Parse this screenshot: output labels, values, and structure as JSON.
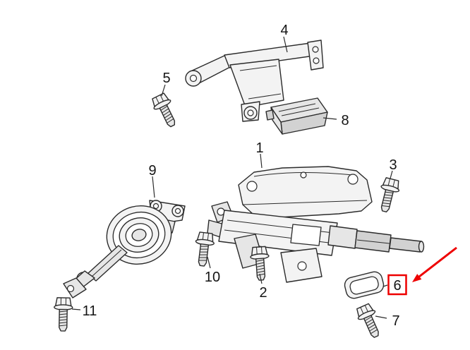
{
  "diagram": {
    "background_color": "#ffffff",
    "line_color": "#2b2b2b",
    "highlight_color": "#ee0000",
    "parts": [
      {
        "label": "1",
        "name": "steering-column-assembly"
      },
      {
        "label": "2",
        "name": "flange-bolt"
      },
      {
        "label": "3",
        "name": "flange-bolt"
      },
      {
        "label": "4",
        "name": "support-bracket"
      },
      {
        "label": "5",
        "name": "flange-bolt"
      },
      {
        "label": "6",
        "name": "cover-cap",
        "highlighted": true
      },
      {
        "label": "7",
        "name": "flange-bolt"
      },
      {
        "label": "8",
        "name": "control-module"
      },
      {
        "label": "9",
        "name": "intermediate-shaft-with-boot"
      },
      {
        "label": "10",
        "name": "flange-bolt"
      },
      {
        "label": "11",
        "name": "flange-bolt"
      }
    ]
  }
}
